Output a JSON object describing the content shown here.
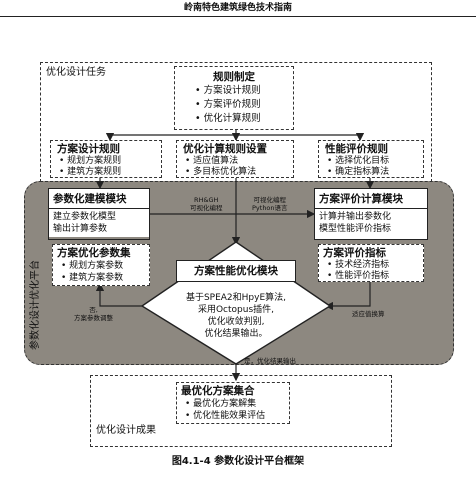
{
  "header": "岭南特色建筑绿色技术指南",
  "task_label": "优化设计任务",
  "result_label": "优化设计成果",
  "platform_label": "参数化设计优化平台",
  "rules_box": {
    "title": "规则制定",
    "items": [
      "方案设计规则",
      "方案评价规则",
      "优化计算规则"
    ]
  },
  "scheme_rules": {
    "title": "方案设计规则",
    "items": [
      "规划方案规则",
      "建筑方案规则"
    ]
  },
  "optim_rules": {
    "title": "优化计算规则设置",
    "items": [
      "适应值算法",
      "多目标优化算法"
    ]
  },
  "perf_rules": {
    "title": "性能评价规则",
    "items": [
      "选择优化目标",
      "确定指标算法"
    ]
  },
  "param_module": {
    "title": "参数化建模模块",
    "body": "建立参数化模型\n输出计算参数"
  },
  "param_set": {
    "title": "方案优化参数集",
    "items": [
      "规划方案参数",
      "建筑方案参数"
    ]
  },
  "eval_module": {
    "title": "方案评价计算模块",
    "body": "计算并输出参数化\n模型性能评价指标"
  },
  "eval_index": {
    "title": "方案评价指标",
    "items": [
      "技术经济指标",
      "性能评价指标"
    ]
  },
  "opt_module": {
    "title": "方案性能优化模块",
    "body": "基于SPEA2和HpyE算法,\n采用Octopus插件,\n优化收敛判别,\n优化结果输出。"
  },
  "result_set": {
    "title": "最优化方案集合",
    "items": [
      "最优化方案解集",
      "优化性能效果评估"
    ]
  },
  "edge_labels": {
    "rh_gh": "RH&GH\n可视化编程",
    "python": "可视化编程\nPython语言",
    "fitness": "适应值换算",
    "adjust": "否,\n方案参数调整",
    "output": "是，优化结果输出"
  },
  "caption": "图4.1-4  参数化设计平台框架"
}
